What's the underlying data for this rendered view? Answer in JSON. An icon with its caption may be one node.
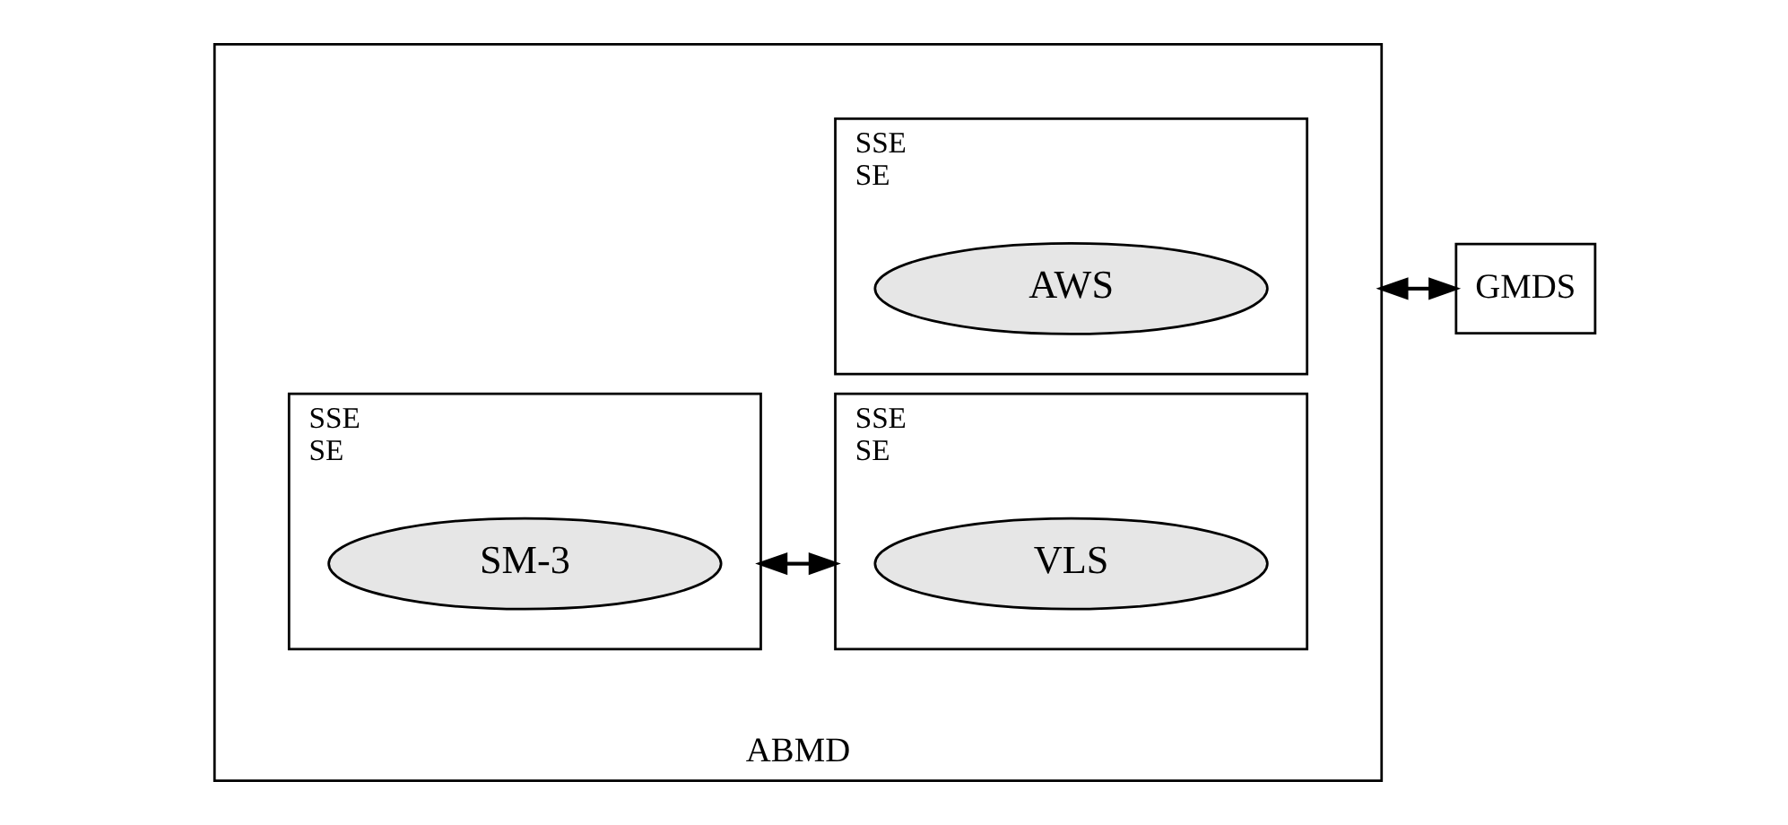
{
  "diagram": {
    "nodes": [
      {
        "text": [
          "ABMD"
        ]
      },
      {
        "text": [
          "SSE",
          "SE"
        ],
        "in": 0
      },
      {
        "text": [
          "AWS"
        ],
        "in": 1
      },
      {
        "text": [
          "SSE",
          "SE"
        ],
        "in": 0
      },
      {
        "text": [
          "SM-3"
        ],
        "in": 3
      },
      {
        "text": [
          "SSE",
          "SE"
        ],
        "in": 0
      },
      {
        "text": [
          "VLS"
        ],
        "in": 5
      },
      {
        "text": [
          "GMDS"
        ]
      }
    ],
    "edges": [
      {
        "from": 3,
        "to": 5,
        "arrow": "both"
      },
      {
        "from": 0,
        "to": 7,
        "arrow": "both"
      }
    ]
  }
}
